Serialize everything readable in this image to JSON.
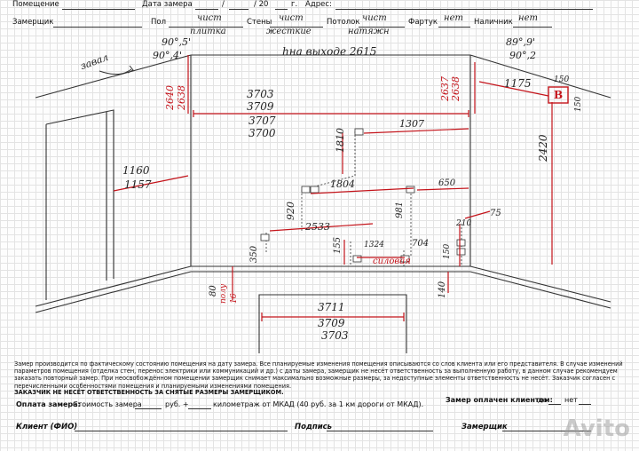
{
  "header": {
    "room_label": "Помещение",
    "date_label": "Дата замера",
    "date_sep": "/",
    "year": "/ 20",
    "year_suffix": "г.",
    "address_label": "Адрес:",
    "measurer_label": "Замерщик",
    "floor_label": "Пол",
    "floor_value": "чист",
    "floor_value2": "плитка",
    "walls_label": "Стены",
    "walls_value": "чист",
    "walls_value2": "жесткие",
    "ceiling_label": "Потолок",
    "ceiling_value": "чист",
    "ceiling_value2": "натяжн",
    "apron_label": "Фартук",
    "apron_value": "нет",
    "sill_label": "Наличник",
    "sill_value": "нет"
  },
  "drawing": {
    "angle_left_top": "90°,5'",
    "angle_left_bottom": "90°,4'",
    "angle_right_top": "89°,9'",
    "angle_right_bottom": "90°,2",
    "zaval": "завал",
    "height_note": "hна выходе 2615",
    "left_h1": "2640",
    "left_h2": "2638",
    "right_h1": "2637",
    "right_h2": "2638",
    "top_w1": "3703",
    "top_w2": "3709",
    "top_w3": "3707",
    "top_w4": "3700",
    "right_dist": "1175",
    "box_label": "B",
    "box_w": "150",
    "box_h": "150",
    "right_h_2420": "2420",
    "socket_1307": "1307",
    "socket_1810": "1810",
    "left_1160": "1160",
    "left_1157": "1157",
    "socket_1804": "1804",
    "socket_920": "920",
    "socket_650": "650",
    "socket_981": "981",
    "socket_75": "75",
    "socket_210": "210",
    "socket_2533": "2533",
    "socket_350": "350",
    "socket_155": "155",
    "socket_1324": "1324",
    "socket_704": "704",
    "socket_150": "150",
    "power_label": "силовая",
    "floor_80": "80",
    "floor_poly": "полу",
    "floor_16": "16",
    "socket_140": "140",
    "bottom_w1": "3711",
    "bottom_w2": "3709",
    "bottom_w3": "3703"
  },
  "footer": {
    "p1": "Замер производится по фактическому состоянию помещения на дату замера. Все планируемые изменения помещения описываются со слов клиента или его представителя. В случае изменений параметров помещения (отделка стен, перенос электрики или коммуникаций и др.) с даты замера, замерщик не несёт ответственность за выполненную работу, в данном случае рекомендуем заказать повторный замер. При неосвобождённом помещении замерщик снимает максимально возможные размеры, за недоступные элементы ответственность не несёт. Заказчик согласен с перечисленными особенностями помещения и планируемыми изменениями помещения.",
    "p2": "ЗАКАЗЧИК НЕ НЕСЁТ ОТВЕТСТВЕННОСТЬ ЗА СНЯТЫЕ РАЗМЕРЫ ЗАМЕРЩИКОМ.",
    "payment_label": "Оплата замера:",
    "cost_label": "Стоимость замера",
    "rub_plus": "руб. +",
    "km_text": "километраж от МКАД   (40 руб. за 1 км дороги от МКАД).",
    "paid_label": "Замер оплачен клиентом:",
    "yes": "да",
    "no": "нет",
    "client_label": "Клиент (ФИО)",
    "sign_label": "Подпись",
    "measurer_label": "Замерщик"
  },
  "watermark": "Avito"
}
